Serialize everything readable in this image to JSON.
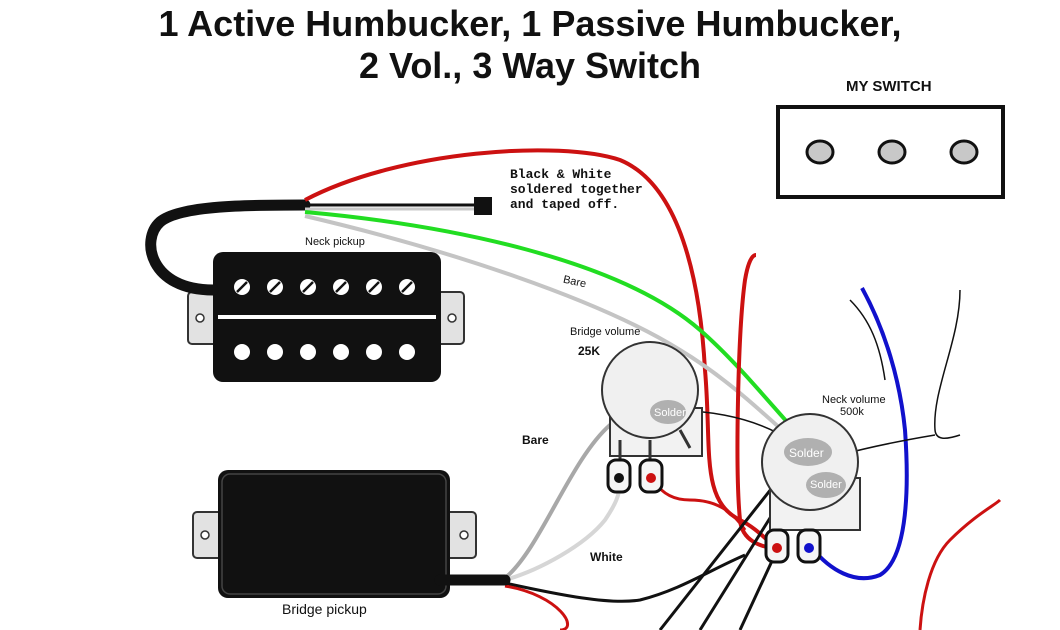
{
  "title": {
    "line1": "1 Active Humbucker, 1 Passive Humbucker,",
    "line2": "2 Vol., 3 Way Switch"
  },
  "switch_box": {
    "label": "MY SWITCH",
    "terminal_count": 3
  },
  "note": {
    "line1": "Black & White",
    "line2": "soldered together",
    "line3": "and taped off."
  },
  "neck_pickup": {
    "label": "Neck pickup"
  },
  "bridge_pickup": {
    "label": "Bridge pickup"
  },
  "bridge_volume": {
    "label": "Bridge volume",
    "value": "25K"
  },
  "neck_volume": {
    "label": "Neck volume",
    "value": "500k"
  },
  "solder_labels": [
    "Solder",
    "Solder",
    "Solder"
  ],
  "wire_labels": {
    "bare_upper": "Bare",
    "bare_lower": "Bare",
    "white": "White"
  },
  "colors": {
    "red_wire": "#cc1111",
    "green_wire": "#22dd22",
    "blue_wire": "#1111cc",
    "gray_wire": "#a8a8a8",
    "black": "#111111"
  }
}
